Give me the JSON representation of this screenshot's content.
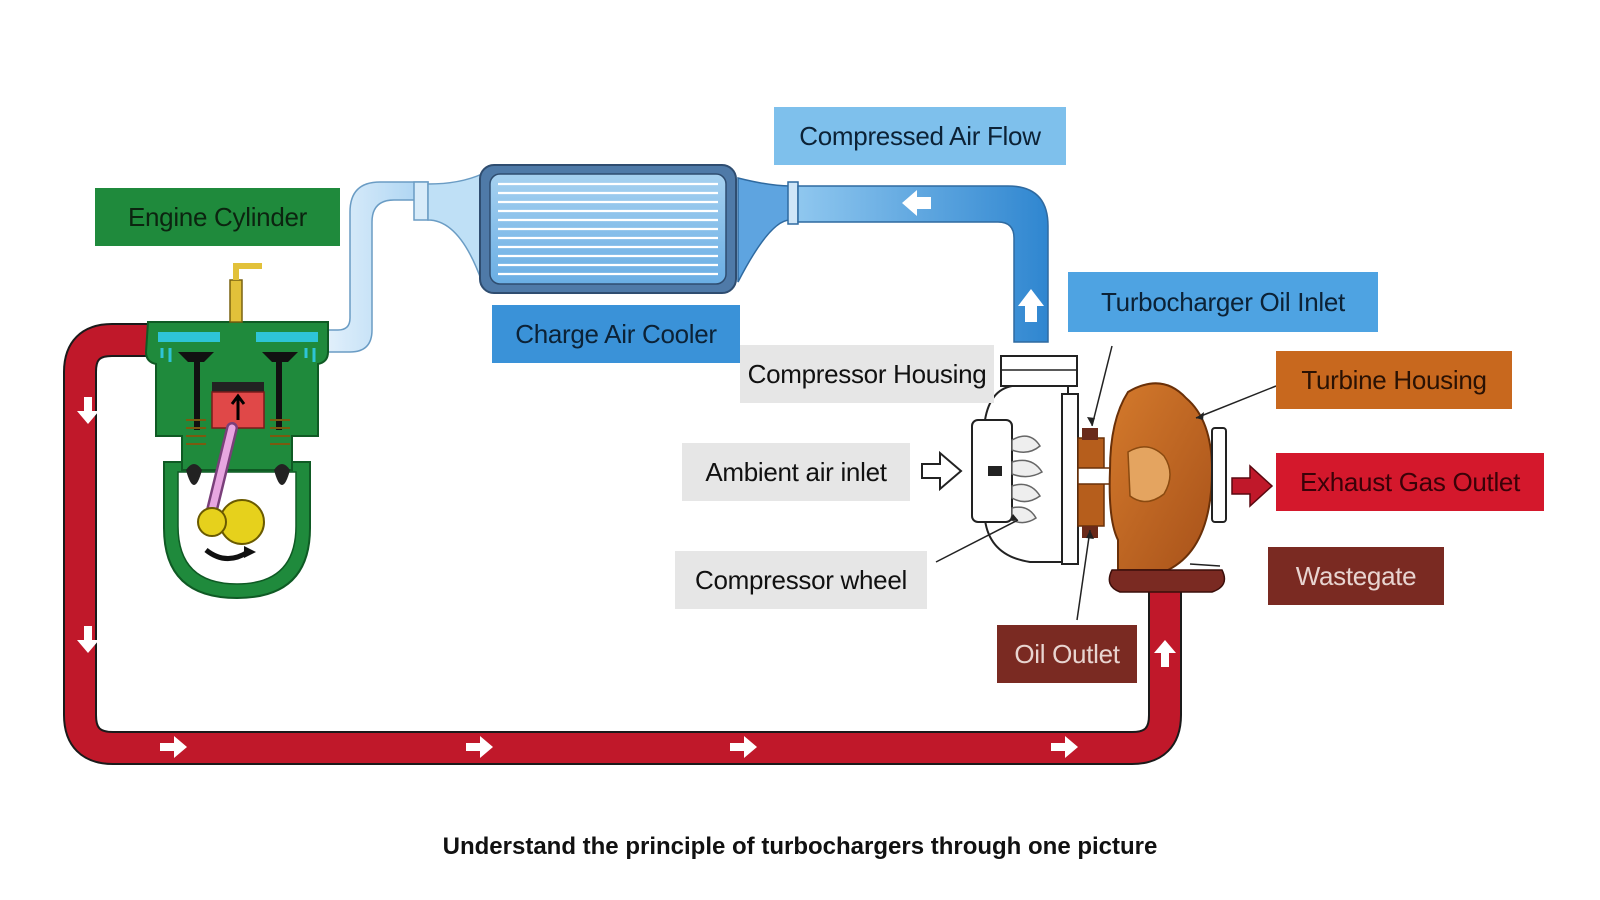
{
  "caption": "Understand the principle of turbochargers through one picture",
  "labels": {
    "engine_cylinder": "Engine Cylinder",
    "charge_air_cooler": "Charge Air Cooler",
    "compressed_air_flow": "Compressed Air Flow",
    "turbocharger_oil_inlet": "Turbocharger Oil Inlet",
    "compressor_housing": "Compressor Housing",
    "turbine_housing": "Turbine Housing",
    "ambient_air_inlet": "Ambient air inlet",
    "exhaust_gas_outlet": "Exhaust Gas Outlet",
    "compressor_wheel": "Compressor wheel",
    "wastegate": "Wastegate",
    "oil_outlet": "Oil Outlet"
  },
  "colors": {
    "engine_green": "#1f8a3c",
    "cool_blue": "#3f8fd2",
    "light_blue": "#8cc6ee",
    "exhaust_red": "#c0182a",
    "turbine_orange": "#c8681e",
    "wastegate_brown": "#7a2a22",
    "neutral_gray": "#e6e6e6"
  }
}
